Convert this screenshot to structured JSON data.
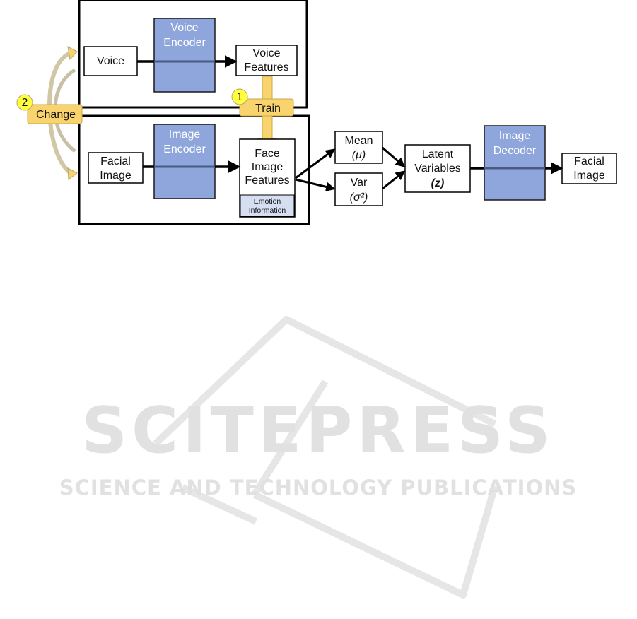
{
  "diagram": {
    "voice_group": {
      "input": "Voice",
      "encoder": [
        "Voice",
        "Encoder"
      ],
      "output": [
        "Voice",
        "Features"
      ]
    },
    "image_group": {
      "input": [
        "Facial",
        "Image"
      ],
      "encoder": [
        "Image",
        "Encoder"
      ],
      "output": [
        "Face",
        "Image",
        "Features"
      ],
      "output_note": [
        "Emotion",
        "Information"
      ]
    },
    "train_step": {
      "number": "1",
      "label": "Train"
    },
    "change_step": {
      "number": "2",
      "label": "Change"
    },
    "mean": [
      "Mean",
      "(μ)"
    ],
    "var": [
      "Var",
      "(σ²)"
    ],
    "latent": [
      "Latent",
      "Variables",
      "(z)"
    ],
    "decoder": [
      "Image",
      "Decoder"
    ],
    "output": [
      "Facial",
      "Image"
    ]
  },
  "watermark": {
    "title": "SCITEPRESS",
    "subtitle": "SCIENCE AND TECHNOLOGY PUBLICATIONS"
  },
  "colors": {
    "encoder_fill": "#8ea6db",
    "encoder_border": "#1a1a1a",
    "highlight": "#f9d36e",
    "step_badge": "#ffff3f",
    "note_fill": "#d6def2",
    "watermark": "#e1e1e1"
  }
}
